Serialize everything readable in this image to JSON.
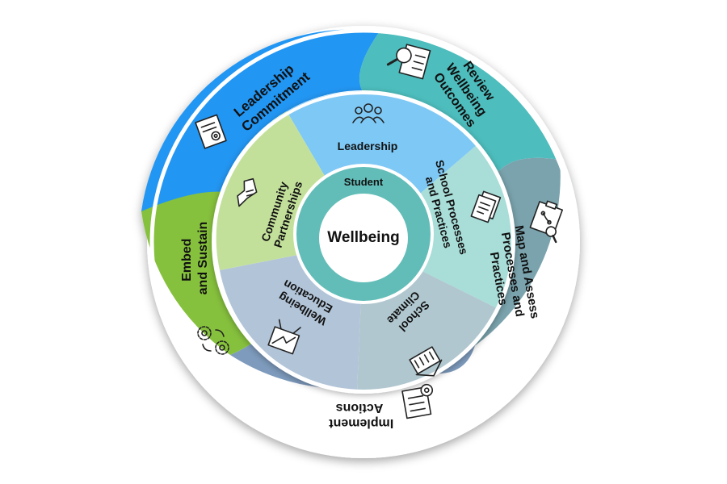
{
  "center": {
    "line1": "Student",
    "line2": "Wellbeing"
  },
  "outer_ring": [
    {
      "id": "leadership-commitment",
      "lines": [
        "Leadership",
        "Commitment"
      ],
      "color": "#2196f3",
      "icon": "document-gear-icon"
    },
    {
      "id": "review-wellbeing-outcomes",
      "lines": [
        "Review",
        "Wellbeing",
        "Outcomes"
      ],
      "color": "#4dbdbd",
      "icon": "magnifier-checklist-icon"
    },
    {
      "id": "map-assess",
      "lines": [
        "Map and Assess",
        "Processes and",
        "Practices"
      ],
      "color": "#7aa3ad",
      "icon": "clipboard-map-icon"
    },
    {
      "id": "implement-actions",
      "lines": [
        "Implement",
        "Actions"
      ],
      "color": "#7e9bbd",
      "icon": "checklist-gear-icon"
    },
    {
      "id": "embed-sustain",
      "lines": [
        "Embed",
        "and Sustain"
      ],
      "color": "#86c13e",
      "icon": "gears-cycle-icon"
    }
  ],
  "inner_ring": [
    {
      "id": "leadership",
      "lines": [
        "Leadership"
      ],
      "color": "#7ec8f5",
      "icon": "people-group-icon"
    },
    {
      "id": "school-processes",
      "lines": [
        "School Processes",
        "and Practices"
      ],
      "color": "#a8ddd8",
      "icon": "documents-icon"
    },
    {
      "id": "school-climate",
      "lines": [
        "School",
        "Climate"
      ],
      "color": "#b0c7cf",
      "icon": "school-building-icon"
    },
    {
      "id": "wellbeing-education",
      "lines": [
        "Wellbeing",
        "Education"
      ],
      "color": "#b2c4d8",
      "icon": "chart-board-icon"
    },
    {
      "id": "community-partnerships",
      "lines": [
        "Community",
        "Partnerships"
      ],
      "color": "#c3e09b",
      "icon": "handshake-icon"
    }
  ]
}
